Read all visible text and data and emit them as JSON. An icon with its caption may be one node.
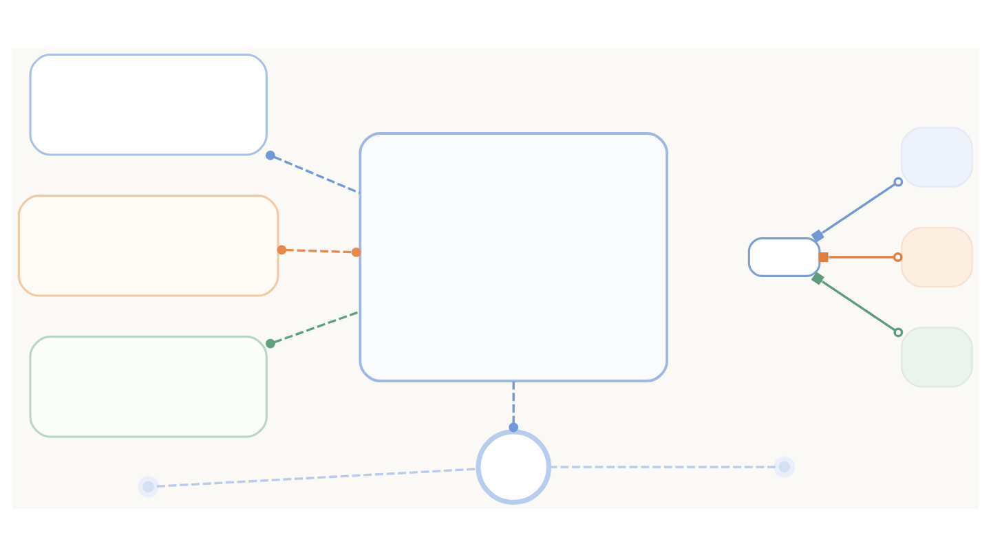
{
  "diagram": {
    "nodes": [
      {
        "text": [],
        "shape": "box"
      },
      {
        "text": [],
        "shape": "box"
      },
      {
        "text": [],
        "shape": "box"
      },
      {
        "text": [],
        "shape": "box"
      },
      {
        "text": [],
        "shape": "box"
      },
      {
        "text": [],
        "shape": "box"
      },
      {
        "text": [],
        "shape": "box"
      },
      {
        "text": [],
        "shape": "box"
      },
      {
        "text": [],
        "shape": "circle"
      },
      {
        "text": [],
        "shape": "circle"
      },
      {
        "text": [],
        "shape": "circle"
      }
    ],
    "edges": [
      {
        "from": 0,
        "to": 3,
        "arrow": "other",
        "style": "dashed"
      },
      {
        "from": 1,
        "to": 3,
        "arrow": "other",
        "style": "dashed",
        "color": "#e8894d"
      },
      {
        "from": 2,
        "to": 3,
        "arrow": "other",
        "style": "dashed",
        "color": "#5fa07f"
      },
      {
        "from": 4,
        "to": 5,
        "arrow": "other"
      },
      {
        "from": 4,
        "to": 6,
        "arrow": "other",
        "color": "#e07f3f"
      },
      {
        "from": 4,
        "to": 7,
        "arrow": "other",
        "color": "#5c9c7c"
      },
      {
        "from": 3,
        "to": 8,
        "arrow": "other",
        "style": "dashed"
      },
      {
        "from": 9,
        "to": 8,
        "arrow": "none",
        "style": "dashed",
        "color": "#b9cbe8"
      },
      {
        "from": 8,
        "to": 10,
        "arrow": "none",
        "style": "dashed",
        "color": "#b9cbe8"
      }
    ]
  }
}
